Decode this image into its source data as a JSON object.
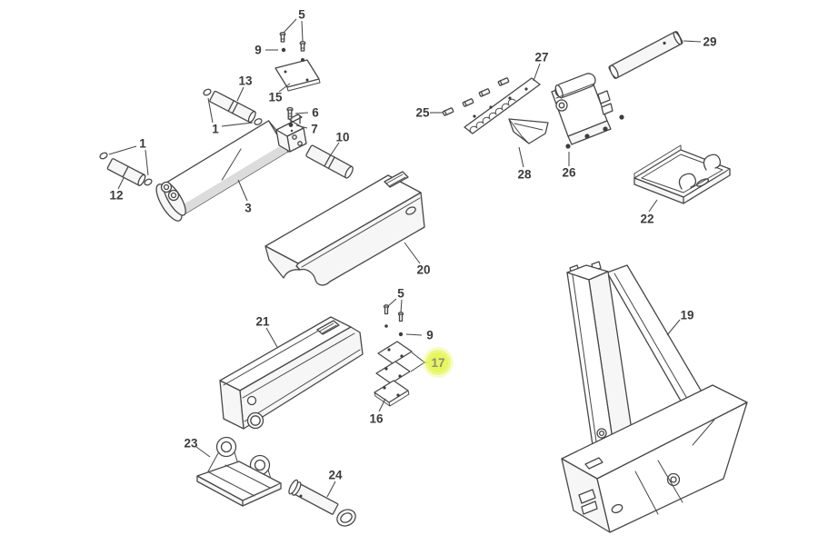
{
  "diagram": {
    "type": "exploded-parts-diagram",
    "background": "#ffffff",
    "line_color": "#474747",
    "highlight_color": "#e6f65e",
    "highlighted_part": "17",
    "labels": {
      "p1a": "1",
      "p1b": "1",
      "p3": "3",
      "p5a": "5",
      "p5b": "5",
      "p6": "6",
      "p7": "7",
      "p9a": "9",
      "p9b": "9",
      "p10": "10",
      "p12": "12",
      "p13": "13",
      "p15": "15",
      "p16": "16",
      "p17": "17",
      "p19": "19",
      "p20": "20",
      "p21": "21",
      "p22": "22",
      "p23": "23",
      "p24": "24",
      "p25": "25",
      "p26": "26",
      "p27": "27",
      "p28": "28",
      "p29": "29"
    }
  }
}
